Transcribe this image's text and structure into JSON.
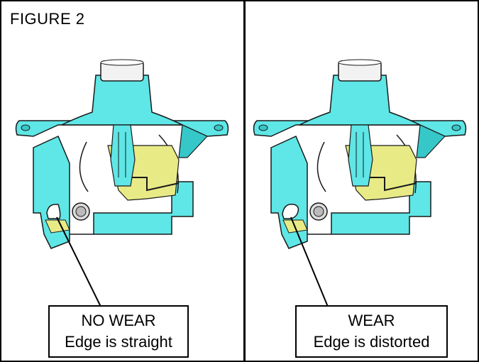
{
  "figure_label": "FIGURE 2",
  "panels": [
    {
      "title": "NO WEAR",
      "caption": "Edge is straight"
    },
    {
      "title": "WEAR",
      "caption": "Edge is distorted"
    }
  ],
  "colors": {
    "part": "#5fe6e6",
    "part_shadow": "#36c7c9",
    "spring": "#e8ea86",
    "outline": "#1a1a1a",
    "cap": "#f2f2f2"
  }
}
